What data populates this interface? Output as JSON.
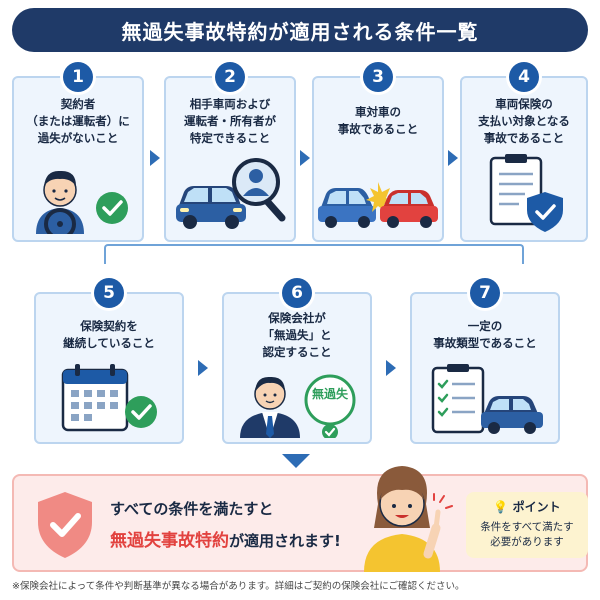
{
  "title": "無過失事故特約が適用される条件一覧",
  "conditions": [
    {
      "number": "1",
      "lines": [
        "契約者",
        "（または運転者）に",
        "過失がないこと"
      ]
    },
    {
      "number": "2",
      "lines": [
        "相手車両および",
        "運転者・所有者が",
        "特定できること"
      ]
    },
    {
      "number": "3",
      "lines": [
        "車対車の",
        "事故であること"
      ]
    },
    {
      "number": "4",
      "lines": [
        "車両保険の",
        "支払い対象となる",
        "事故であること"
      ]
    },
    {
      "number": "5",
      "lines": [
        "保険契約を",
        "継続していること"
      ]
    },
    {
      "number": "6",
      "lines": [
        "保険会社が",
        "「無過失」と",
        "認定すること"
      ]
    },
    {
      "number": "7",
      "lines": [
        "一定の",
        "事故類型であること"
      ]
    }
  ],
  "stamp_text": "無過失",
  "result": {
    "line1": "すべての条件を満たすと",
    "highlight": "無過失事故特約",
    "line2_rest": "が適用されます!"
  },
  "point": {
    "title": "ポイント",
    "lines": [
      "条件をすべて満たす",
      "必要があります"
    ]
  },
  "footnote": "※保険会社によって条件や判断基準が異なる場合があります。詳細はご契約の保険会社にご確認ください。",
  "colors": {
    "navy": "#1f3a68",
    "accent_blue": "#1d5aa6",
    "card_bg": "#eef5fd",
    "check_green": "#2e9e5b",
    "highlight_red": "#e2423f",
    "result_bg": "#fdebea",
    "point_bg": "#fdf3d0"
  }
}
